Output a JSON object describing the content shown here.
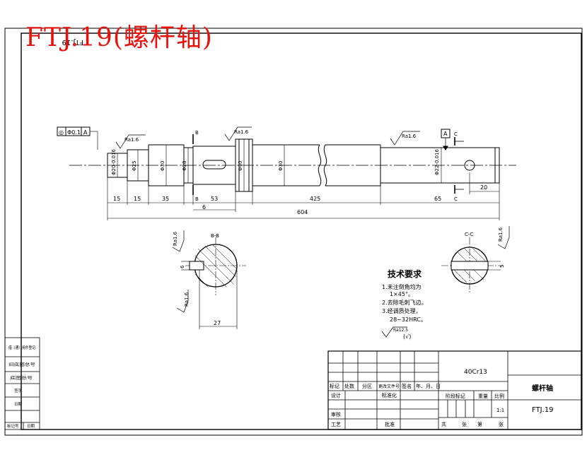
{
  "stamp_title": "FTJ.19(螺杆轴)",
  "corner_code_mirrored": "FTJ.19",
  "main_view": {
    "datum_a": "A",
    "tolerance_frame": [
      "◎",
      "Φ0.1",
      "A"
    ],
    "roughness": [
      "Ra1.6",
      "Ra1.6",
      "Ra1.6"
    ],
    "section_marks": [
      "B",
      "B",
      "C",
      "C"
    ],
    "diameters": [
      "Φ20-0.016",
      "Φ25",
      "Φ30",
      "Φ28",
      "Φ40",
      "Φ30",
      "Φ22-0.016"
    ],
    "dims": [
      "15",
      "15",
      "35",
      "6",
      "53",
      "425",
      "65",
      "20",
      "604"
    ]
  },
  "section_b": {
    "title": "B-B",
    "roughness": [
      "Ra1.6",
      "Ra1.6"
    ],
    "dim_small": "6",
    "dim_width": "27"
  },
  "section_c": {
    "title": "C-C",
    "roughness": "Ra1.6",
    "dim_small": "5"
  },
  "tech": {
    "title": "技术要求",
    "items": [
      "1.未注倒角均为",
      "1×45°。",
      "2.去除毛刺飞边。",
      "3.经调质处理，",
      "28~32HRC。"
    ],
    "rest": "Ra12.5",
    "rest_symbol": "(√)"
  },
  "left_strip": [
    "借（通）用件登记",
    "旧底图总号",
    "底图总号",
    "签字",
    "日期",
    "标记号",
    "日期"
  ],
  "title_block": {
    "material": "40Cr13",
    "part_name": "螺杆轴",
    "drawing_no": "FTJ.19",
    "scale": "1:1",
    "header_cells": [
      "标记",
      "处数",
      "分区",
      "更改文件号",
      "签名",
      "年、月、日"
    ],
    "stage_label": "阶段标记",
    "weight_label": "重量",
    "scale_label": "比例",
    "sheet_total": "共",
    "sheet_label": "张",
    "sheet_no": "第",
    "sheet_label2": "张",
    "row_labels": [
      "设计",
      "审核",
      "工艺"
    ],
    "std_label": "标准化",
    "approve_label": "批准"
  }
}
